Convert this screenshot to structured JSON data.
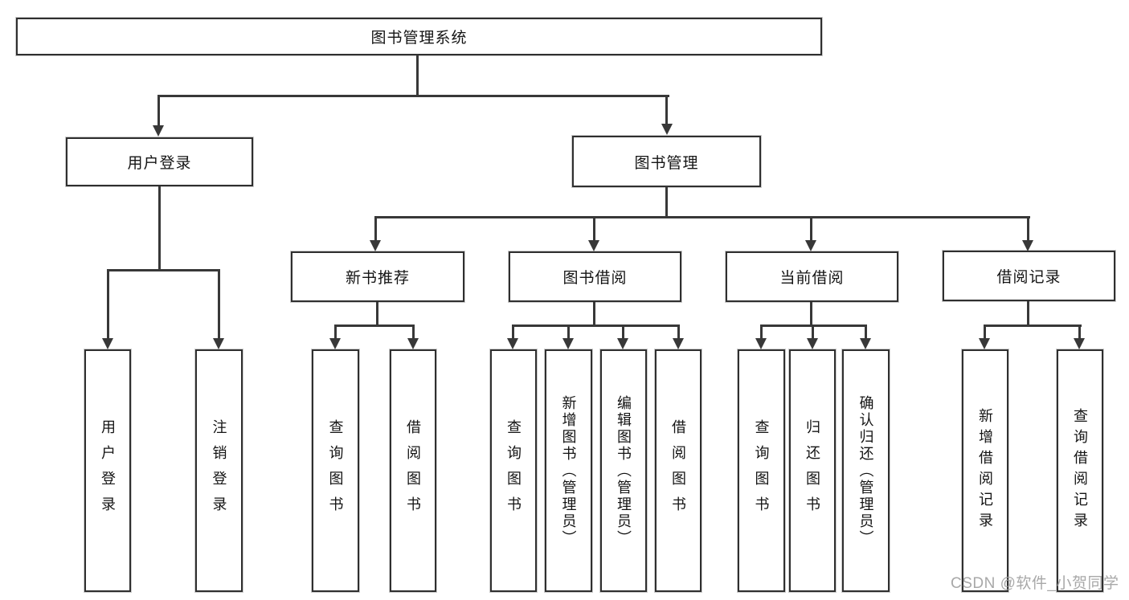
{
  "diagram": {
    "type": "hierarchy-tree",
    "watermark": "CSDN @软件_小贺同学",
    "colors": {
      "background": "#ffffff",
      "line": "#383838",
      "box_border": "#2f2f2f",
      "text": "#141414",
      "watermark": "#9e9e9e"
    },
    "nodes": {
      "root": {
        "label": "图书管理系统"
      },
      "user_login": {
        "label": "用户登录"
      },
      "book_management": {
        "label": "图书管理"
      },
      "new_book_recommendation": {
        "label": "新书推荐"
      },
      "book_borrowing": {
        "label": "图书借阅"
      },
      "current_borrowing": {
        "label": "当前借阅"
      },
      "borrowing_records": {
        "label": "借阅记录"
      },
      "leaf_user_login": {
        "label": "用户登录"
      },
      "leaf_logout": {
        "label": "注销登录"
      },
      "leaf_query_books_1": {
        "label": "查询图书"
      },
      "leaf_borrow_books_1": {
        "label": "借阅图书"
      },
      "leaf_query_books_2": {
        "label": "查询图书"
      },
      "leaf_add_book_admin": {
        "label": "新增图书（管理员）"
      },
      "leaf_edit_book_admin": {
        "label": "编辑图书（管理员）"
      },
      "leaf_borrow_books_2": {
        "label": "借阅图书"
      },
      "leaf_query_books_3": {
        "label": "查询图书"
      },
      "leaf_return_book": {
        "label": "归还图书"
      },
      "leaf_confirm_return_admin": {
        "label": "确认归还（管理员）"
      },
      "leaf_add_borrow_record": {
        "label": "新增借阅记录"
      },
      "leaf_query_borrow_record": {
        "label": "查询借阅记录"
      }
    },
    "edges": [
      [
        "root",
        "user_login"
      ],
      [
        "root",
        "book_management"
      ],
      [
        "user_login",
        "leaf_user_login"
      ],
      [
        "user_login",
        "leaf_logout"
      ],
      [
        "book_management",
        "new_book_recommendation"
      ],
      [
        "book_management",
        "book_borrowing"
      ],
      [
        "book_management",
        "current_borrowing"
      ],
      [
        "book_management",
        "borrowing_records"
      ],
      [
        "new_book_recommendation",
        "leaf_query_books_1"
      ],
      [
        "new_book_recommendation",
        "leaf_borrow_books_1"
      ],
      [
        "book_borrowing",
        "leaf_query_books_2"
      ],
      [
        "book_borrowing",
        "leaf_add_book_admin"
      ],
      [
        "book_borrowing",
        "leaf_edit_book_admin"
      ],
      [
        "book_borrowing",
        "leaf_borrow_books_2"
      ],
      [
        "current_borrowing",
        "leaf_query_books_3"
      ],
      [
        "current_borrowing",
        "leaf_return_book"
      ],
      [
        "current_borrowing",
        "leaf_confirm_return_admin"
      ],
      [
        "borrowing_records",
        "leaf_add_borrow_record"
      ],
      [
        "borrowing_records",
        "leaf_query_borrow_record"
      ]
    ]
  }
}
